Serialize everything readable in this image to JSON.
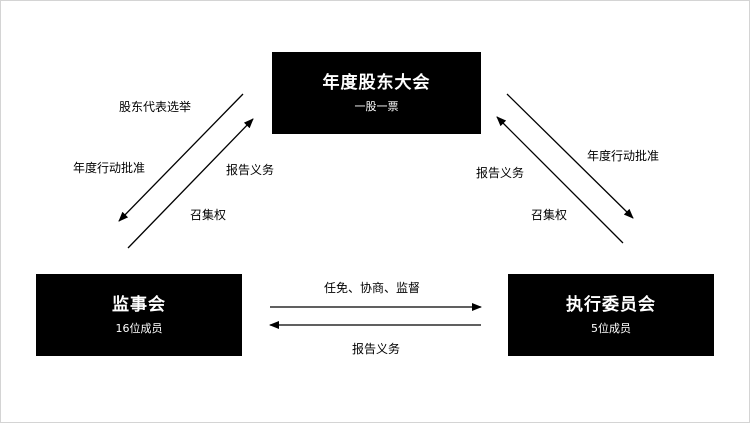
{
  "nodes": {
    "shareholders": {
      "title": "年度股东大会",
      "subtitle": "一股一票"
    },
    "supervisory": {
      "title": "监事会",
      "subtitle": "16位成员"
    },
    "executive": {
      "title": "执行委员会",
      "subtitle": "5位成员"
    }
  },
  "edges": {
    "left_outer": [
      "股东代表选举",
      "年度行动批准"
    ],
    "left_inner": [
      "报告义务",
      "召集权"
    ],
    "right_inner": [
      "报告义务",
      "召集权"
    ],
    "right_outer": [
      "年度行动批准"
    ],
    "bottom_top": "任免、协商、监督",
    "bottom_bottom": "报告义务"
  },
  "colors": {
    "box_fill": "#000000",
    "box_text": "#ffffff",
    "line": "#000000",
    "frame": "#d4d4d4"
  }
}
